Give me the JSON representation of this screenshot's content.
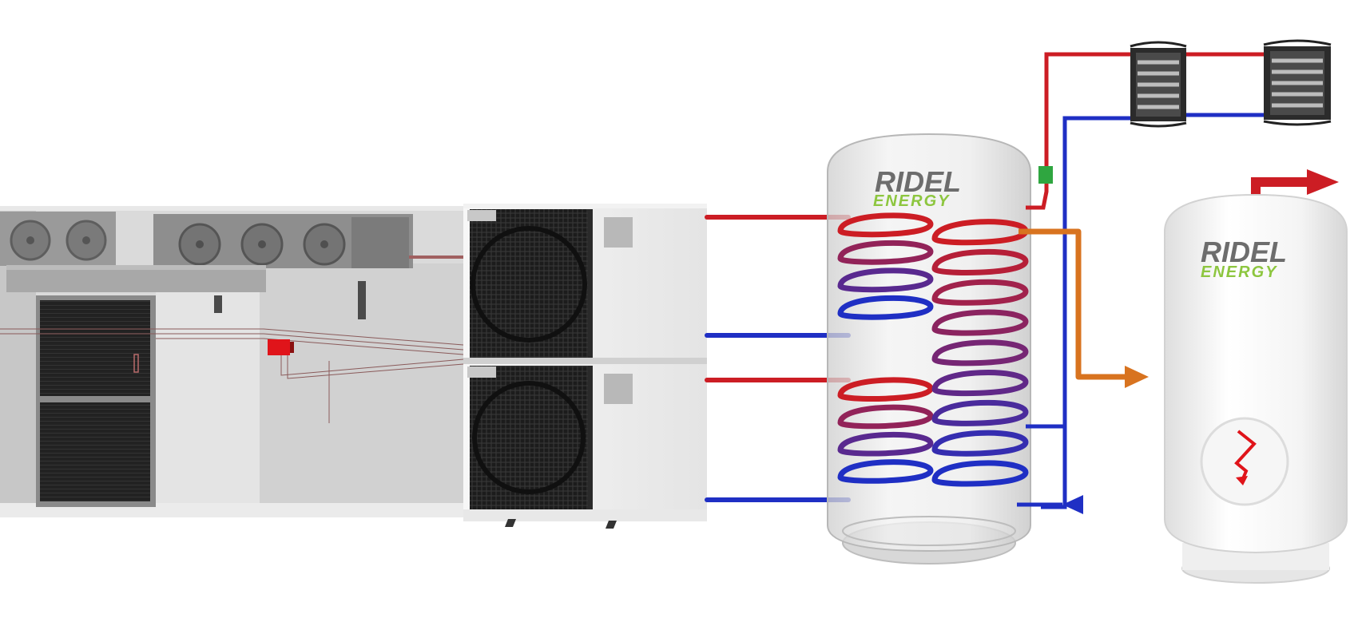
{
  "logos": {
    "tank1": {
      "brand": "RIDEL",
      "sub": "ENERGY"
    },
    "tank2": {
      "brand": "RIDEL",
      "sub": "ENERGY"
    }
  },
  "colors": {
    "hot": "#cc1d24",
    "cold": "#1f2fc4",
    "transfer": "#d8731f",
    "logo_grey": "#6d6d6d",
    "logo_green": "#8dc63f",
    "valve": "#2fa640",
    "controller": "#e0141a"
  },
  "icons": {
    "heater_symbol": "electric-heater-bolt-icon",
    "outlet_arrow": "hot-water-outlet-arrow-icon",
    "inlet_arrow": "cold-water-inlet-arrow-icon",
    "transfer_arrow": "transfer-arrow-icon"
  }
}
